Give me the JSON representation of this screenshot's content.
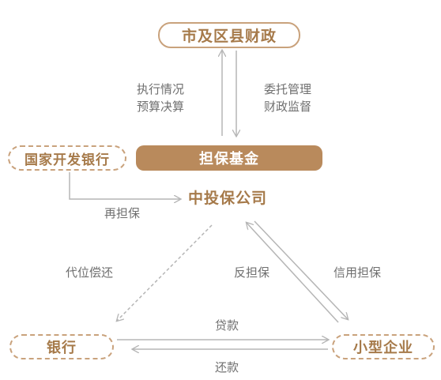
{
  "nodes": {
    "city_finance": "市及区县财政",
    "dev_bank": "国家开发银行",
    "fund": "担保基金",
    "company": "中投保公司",
    "bank": "银行",
    "sme": "小型企业"
  },
  "edges": {
    "execution": [
      "执行情况",
      "预算决算"
    ],
    "entrust": [
      "委托管理",
      "财政监督"
    ],
    "reguarantee": "再担保",
    "compensate": "代位偿还",
    "counter_guarantee": "反担保",
    "credit_guarantee": "信用担保",
    "loan": "贷款",
    "repay": "还款"
  },
  "colors": {
    "accent": "#b98a5c",
    "border": "#c9a27c",
    "text": "#a67a4a",
    "line": "#b5b5b5"
  }
}
